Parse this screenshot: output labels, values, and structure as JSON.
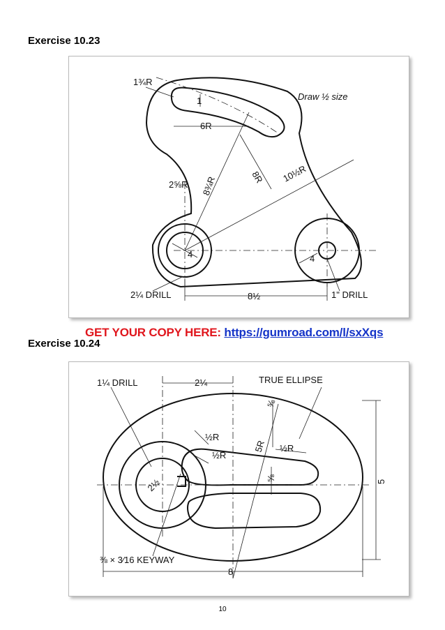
{
  "exercise_1": {
    "heading": "Exercise 10.23",
    "labels": {
      "draw_size": "Draw ½ size",
      "slot_width": "1",
      "outer_radius": "1¾R",
      "slot_radius": "6R",
      "arc_8_3_4": "8¾R",
      "arc_8": "8R",
      "arc_10_1_2": "10½R",
      "fillet": "2⅝R",
      "hub_left_dia": "4",
      "hub_right_dia": "4",
      "left_drill": "2¼ DRILL",
      "center_distance": "8½",
      "right_drill": "1\" DRILL"
    }
  },
  "promo": {
    "label": "GET YOUR COPY HERE:",
    "link": "https://gumroad.com/l/sxXqs"
  },
  "exercise_2": {
    "heading": "Exercise 10.24",
    "labels": {
      "drill": "1¼ DRILL",
      "offset": "2¼",
      "ellipse": "TRUE ELLIPSE",
      "slot_top_dim": "⅝",
      "small_r_1": "½R",
      "small_r_2": "½R",
      "small_r_3": "½R",
      "r5": "5R",
      "slot_gap": "⅝",
      "height": "5",
      "hub_dia": "2½",
      "keyway": "⅜ × 3⁄16 KEYWAY",
      "width": "8"
    }
  },
  "page": {
    "number": "10"
  }
}
